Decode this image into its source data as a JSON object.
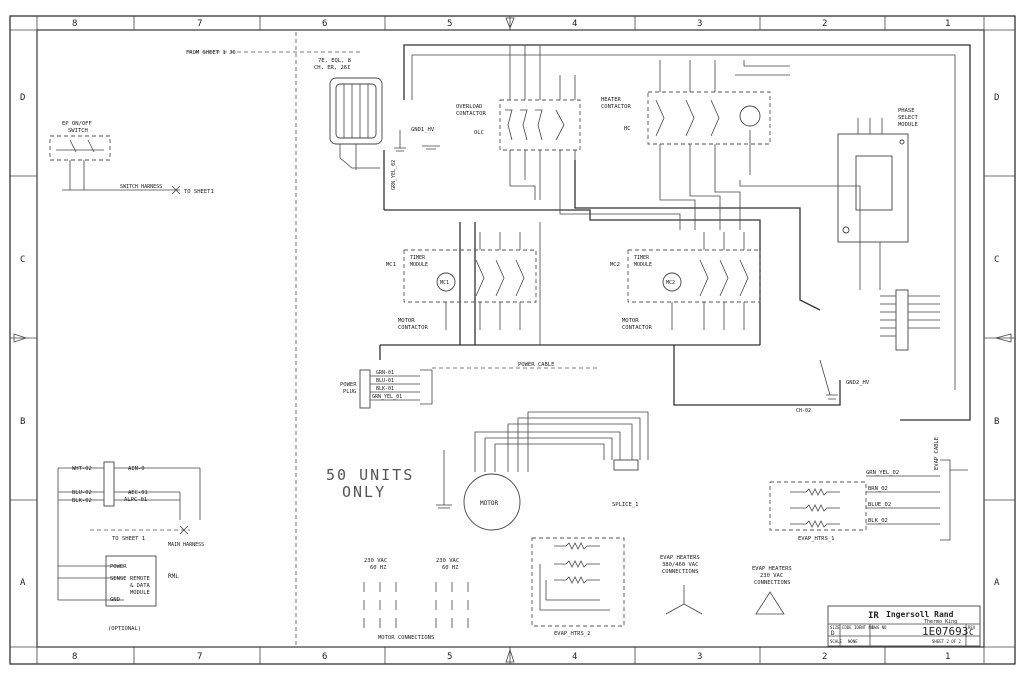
{
  "frame": {
    "columns_top": [
      "8",
      "7",
      "6",
      "5",
      "4",
      "3",
      "2",
      "1"
    ],
    "rows": [
      "D",
      "C",
      "B",
      "A"
    ]
  },
  "labels": {
    "from_sheet": "FROM SHEET 1 J6",
    "te_ch": "7E, EQL, 8",
    "ch_er": "CH, ER, 26I",
    "gnd1": "GND1_HV",
    "gnd2": "GND2_HV",
    "overload": "OVERLOAD",
    "contactor": "CONTACTOR",
    "olc": "OLC",
    "heater": "HEATER",
    "hc": "HC",
    "phase": "PHASE",
    "select": "SELECT",
    "module": "MODULE",
    "ep_switch": "EP ON/OFF",
    "switch": "SWITCH",
    "switch_harness": "SWITCH HARNESS",
    "to_sheet1_a": "TO SHEET1",
    "timer": "TIMER",
    "timer_module": "MODULE",
    "mc1": "MC1",
    "mc2": "MC2",
    "motor": "MOTOR",
    "motor_contactor": "CONTACTOR",
    "power_cable": "POWER CABLE",
    "power": "POWER",
    "plug": "PLUG",
    "units_1": "50 UNITS",
    "units_2": "ONLY",
    "motor_label": "MOTOR",
    "splice": "SPLICE_1",
    "evap_cable": "EVAP CABLE",
    "evap_htrs1": "EVAP_HTRS_1",
    "evap_htrs2": "EVAP_HTRS_2",
    "to_sheet1_b": "TO SHEET 1",
    "main_harness": "MAIN HARNESS",
    "rml": "RML",
    "remote_1": "REMOTE",
    "remote_2": "& DATA",
    "remote_3": "MODULE",
    "optional": "(OPTIONAL)",
    "v230_1": "230 VAC",
    "hz60_1": "60 HZ",
    "v230_2": "230 VAC",
    "hz60_2": "60 HZ",
    "motor_connections": "MOTOR CONNECTIONS",
    "evap_heaters_a1": "EVAP HEATERS",
    "evap_heaters_a2": "380/460 VAC",
    "evap_heaters_a3": "CONNECTIONS",
    "evap_heaters_b1": "EVAP HEATERS",
    "evap_heaters_b2": "230 VAC",
    "evap_heaters_b3": "CONNECTIONS",
    "wire_grn_yel": "GRN_YEL_02",
    "wire_brn": "BRN_02",
    "wire_blu": "BLUE_02",
    "wire_blk": "BLK_02",
    "wire_ch": "CH-02",
    "wire_wht": "WHT-02",
    "wire_blu2": "BLU-02",
    "wire_blk2": "BLK-02",
    "plug_grn": "GRN-01",
    "plug_blu": "BLU-01",
    "plug_blk": "BLK-01",
    "plug_gy": "GRN_YEL_01",
    "rml_power": "POWER",
    "rml_sense": "SENSE",
    "rml_gnd": "GND",
    "wire_ain": "AIN-0",
    "wire_aec": "AEC-01",
    "wire_alpc": "ALPC-01"
  },
  "title_block": {
    "company": "Ingersoll Rand",
    "brand": "Thermo King",
    "logo_mark": "IR",
    "dwg_no": "1E07693",
    "rev": "C",
    "size": "D",
    "scale": "NONE",
    "hdr_size": "SIZE",
    "hdr_code": "CODE IDENT NO",
    "hdr_dwg": "DWG NO",
    "hdr_rev": "REV",
    "hdr_scale": "SCALE",
    "hdr_sheet": "SHEET 2 OF 2"
  }
}
